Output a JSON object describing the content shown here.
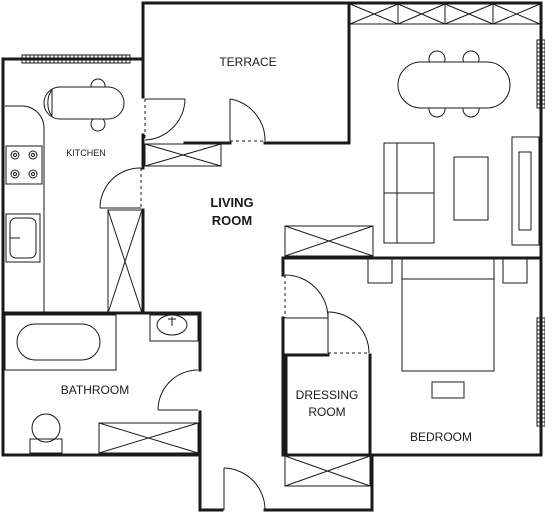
{
  "rooms": {
    "terrace": "TERRACE",
    "kitchen": "KITCHEN",
    "living_line1": "LIVING",
    "living_line2": "ROOM",
    "bathroom": "BATHROOM",
    "dressing_line1": "DRESSING",
    "dressing_line2": "ROOM",
    "bedroom": "BEDROOM"
  },
  "colors": {
    "line": "#1a1a1a",
    "background": "#ffffff"
  }
}
